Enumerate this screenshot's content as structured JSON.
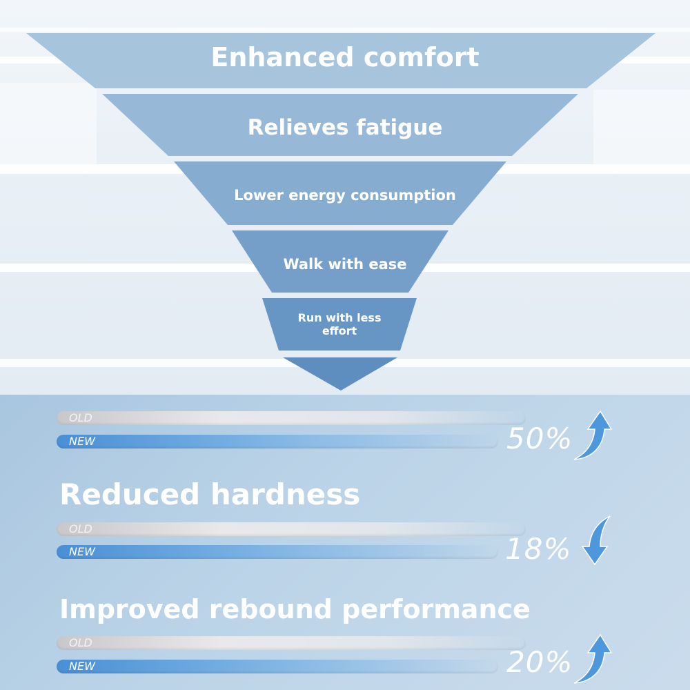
{
  "funnel": {
    "levels": [
      "Enhanced comfort",
      "Relieves fatigue",
      "Lower energy consumption",
      "Walk with ease",
      "Run with less effort"
    ]
  },
  "comparisons": [
    {
      "old_label": "OLD",
      "new_label": "NEW",
      "percent": "50%",
      "direction": "up"
    },
    {
      "title": "Reduced hardness",
      "old_label": "OLD",
      "new_label": "NEW",
      "percent": "18%",
      "direction": "down"
    },
    {
      "title": "Improved rebound performance",
      "old_label": "OLD",
      "new_label": "NEW",
      "percent": "20%",
      "direction": "up"
    }
  ],
  "colors": {
    "funnel_top": "#a5c3dc",
    "funnel_bottom": "#5f93c1",
    "new_bar": "#4a8fd4",
    "old_bar": "#c8c8cc",
    "arrow": "#3f8fd6"
  }
}
